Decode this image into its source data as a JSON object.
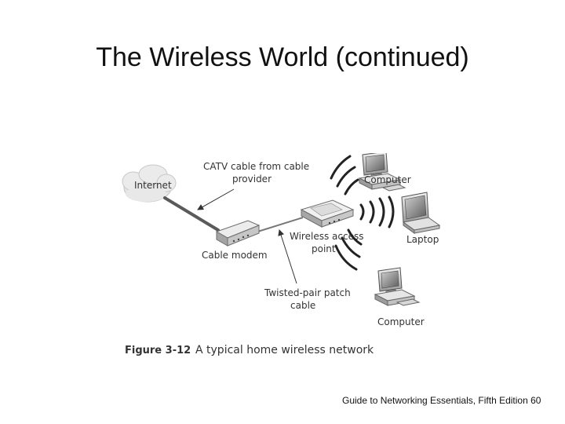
{
  "slide": {
    "title": "The Wireless World (continued)",
    "footer": "Guide to Networking Essentials, Fifth Edition",
    "page_number": "60"
  },
  "figure": {
    "labels": {
      "internet": "Internet",
      "catv_line1": "CATV cable from cable",
      "catv_line2": "provider",
      "cable_modem": "Cable modem",
      "wap_line1": "Wireless access",
      "wap_line2": "point",
      "twisted_line1": "Twisted-pair patch",
      "twisted_line2": "cable",
      "computer_top": "Computer",
      "laptop": "Laptop",
      "computer_bottom": "Computer"
    },
    "caption_number": "Figure 3-12",
    "caption_text": "A typical home wireless network"
  }
}
